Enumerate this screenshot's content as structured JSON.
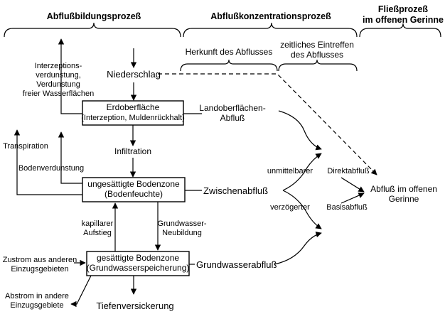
{
  "headers": {
    "abflussbildung": "Abflußbildungsprozeß",
    "abflusskonzentration": "Abflußkonzentrationsprozeß",
    "fliessprozess_line1": "Fließprozeß",
    "fliessprozess_line2": "im offenen Gerinne"
  },
  "subheaders": {
    "herkunft": "Herkunft des Abflusses",
    "eintreffen_line1": "zeitliches Eintreffen",
    "eintreffen_line2": "des Abflusses"
  },
  "boxes": {
    "erdoberflaeche_line1": "Erdoberfläche",
    "erdoberflaeche_line2": "(Interzeption, Muldenrückhalt)",
    "ungesaettigt_line1": "ungesättigte Bodenzone",
    "ungesaettigt_line2": "(Bodenfeuchte)",
    "gesaettigt_line1": "gesättigte Bodenzone",
    "gesaettigt_line2": "(Grundwasserspeicherung)"
  },
  "labels": {
    "niederschlag": "Niederschlag",
    "interzeption_line1": "Interzeptions-",
    "interzeption_line2": "verdunstung,",
    "interzeption_line3": "Verdunstung",
    "interzeption_line4": "freier Wasserflächen",
    "infiltration": "Infiltration",
    "transpiration": "Transpiration",
    "bodenverdunstung": "Bodenverdunstung",
    "kapillarer_line1": "kapillarer",
    "kapillarer_line2": "Aufstieg",
    "grundwasser_neubildung_line1": "Grundwasser-",
    "grundwasser_neubildung_line2": "Neubildung",
    "zustrom_line1": "Zustrom aus anderen",
    "zustrom_line2": "Einzugsgebieten",
    "abstrom_line1": "Abstrom in andere",
    "abstrom_line2": "Einzugsgebiete",
    "tiefenversickerung": "Tiefenversickerung",
    "landoberflaechen_line1": "Landoberflächen-",
    "landoberflaechen_line2": "Abfluß",
    "zwischenabfluss": "Zwischenabfluß",
    "grundwasserabfluss": "Grundwasserabfluß",
    "unmittelbarer": "unmittelbarer",
    "verzoegerter": "verzögerter",
    "direktabfluss": "Direktabfluß",
    "basisabfluss": "Basisabfluß",
    "abfluss_gerinne_line1": "Abfluß im offenen",
    "abfluss_gerinne_line2": "Gerinne"
  }
}
